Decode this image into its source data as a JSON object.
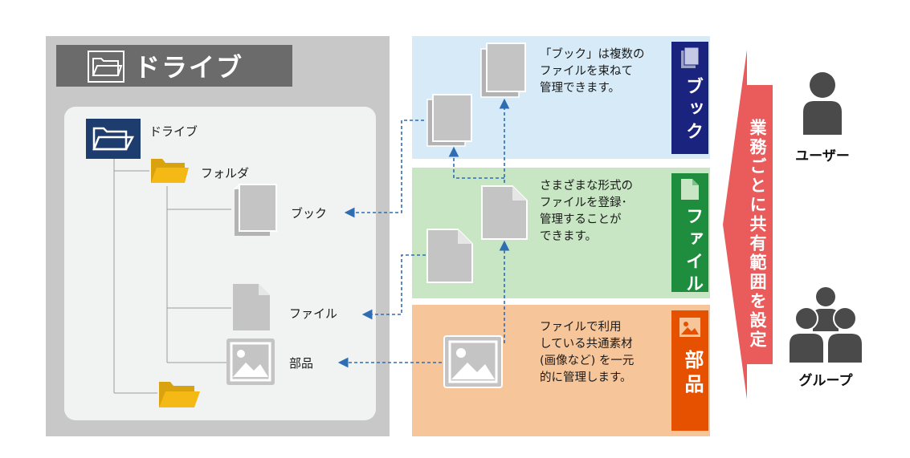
{
  "drive": {
    "header_title": "ドライブ",
    "tree": {
      "root_label": "ドライブ",
      "folder_label": "フォルダ",
      "book_label": "ブック",
      "file_label": "ファイル",
      "parts_label": "部品"
    }
  },
  "panels": [
    {
      "key": "book",
      "tag": "ブック",
      "description": "「ブック」は複数の\nファイルを束ねて\n管理できます。",
      "bg": "#d6eaf8",
      "tag_color": "#1a237e"
    },
    {
      "key": "file",
      "tag": "ファイル",
      "description": "さまざまな形式の\nファイルを登録･\n管理することが\nできます。",
      "bg": "#c8e6c4",
      "tag_color": "#1e8e3e"
    },
    {
      "key": "parts",
      "tag": "部品",
      "description": "ファイルで利用\nしている共通素材\n(画像など) を一元\n的に管理します。",
      "bg": "#f7c59a",
      "tag_color": "#e65100"
    }
  ],
  "share": {
    "text": "業務ごとに共有範囲を設定",
    "color": "#ea5c5c"
  },
  "people": {
    "user_label": "ユーザー",
    "group_label": "グループ"
  },
  "colors": {
    "drive_bg": "#c8c8c8",
    "header_bg": "#6b6b6b",
    "tree_bg": "#f1f3f2",
    "arrow": "#2f6db3",
    "folder": "#f5b915",
    "icon_gray": "#c4c4c4"
  }
}
